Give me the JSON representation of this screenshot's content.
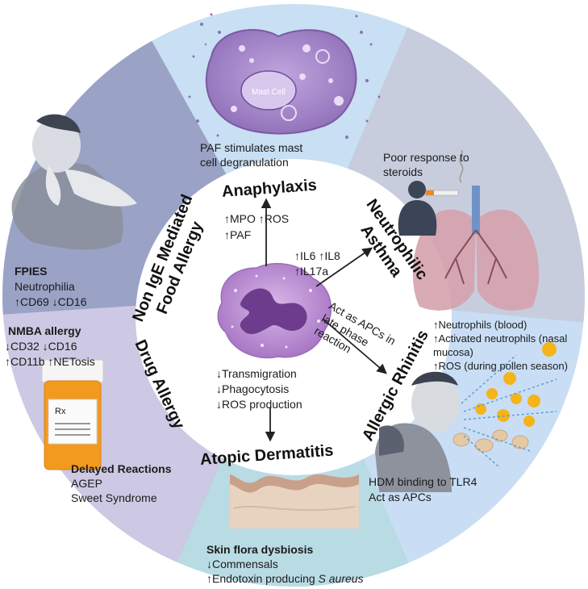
{
  "center": {
    "up_lines": [
      "↑MPO ↑ROS",
      "↑PAF"
    ],
    "right_lines": [
      "↑IL6 ↑IL8",
      "↑IL17a"
    ],
    "diag_lines": [
      "Act as APCs in",
      "late phase",
      "reaction"
    ],
    "down_lines": [
      "↓Transmigration",
      "↓Phagocytosis",
      "↓ROS production"
    ]
  },
  "ring_titles": {
    "anaphylaxis": "Anaphylaxis",
    "neutrophilic": [
      "Neutrophilic",
      "Asthma"
    ],
    "allergic_rhinitis": "Allergic Rhinitis",
    "atopic_dermatitis": "Atopic Dermatitis",
    "drug_allergy": "Drug Allergy",
    "non_ige": [
      "Non IgE Mediated",
      "Food Allergy"
    ]
  },
  "sectors": {
    "anaphylaxis": {
      "cell_label": "Mast Cell",
      "lines": [
        "PAF stimulates mast",
        "cell degranulation"
      ]
    },
    "asthma": {
      "lines": [
        "Poor response to",
        "steroids"
      ]
    },
    "rhinitis": {
      "top_lines": [
        "↑Neutrophils (blood)",
        "↑Activated neutrophils (nasal",
        "mucosa)",
        "↑ROS (during pollen season)"
      ],
      "bottom_lines": [
        "HDM binding to TLR4",
        "Act as APCs"
      ]
    },
    "dermatitis": {
      "title": "Skin flora dysbiosis",
      "line1": "↓Commensals",
      "line2_prefix": "↑Endotoxin producing ",
      "line2_italic": "S aureus"
    },
    "drug": {
      "nmba_title": "NMBA allergy",
      "nmba_lines": [
        "↓CD32 ↓CD16",
        "↑CD11b ↑NETosis"
      ],
      "rx_label": "Rx",
      "delayed_title": "Delayed Reactions",
      "delayed_lines": [
        "AGEP",
        "Sweet Syndrome"
      ]
    },
    "food": {
      "fpies_title": "FPIES",
      "fpies_lines": [
        "Neutrophilia",
        "↑CD69 ↓CD16"
      ]
    }
  },
  "colors": {
    "anaphylaxis_bg": "#c9dff3",
    "asthma_bg": "#c7cddd",
    "rhinitis_bg": "#c9def5",
    "dermatitis_bg": "#b9dbe4",
    "drug_bg": "#cdc8e3",
    "food_bg": "#9aa2c6",
    "neutrophil": "#b88ad0",
    "nucleus": "#6e3c8c",
    "mast_cell": "#a68ac8",
    "pollen": "#f4b41a",
    "pill_bottle": "#f29a1e"
  }
}
